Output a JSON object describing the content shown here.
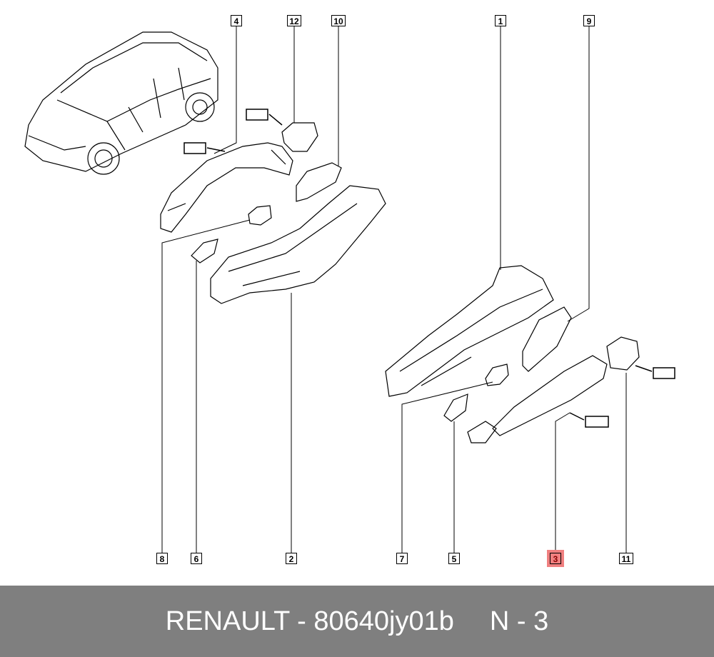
{
  "callouts": {
    "c4": "4",
    "c12": "12",
    "c10": "10",
    "c1": "1",
    "c9": "9",
    "c8": "8",
    "c6": "6",
    "c2": "2",
    "c7": "7",
    "c5": "5",
    "c3": "3",
    "c11": "11"
  },
  "highlighted_part": "3",
  "highlight_color": "#f08080",
  "footer": {
    "part_ref": "RENAULT - 80640jy01b",
    "position": "N - 3"
  }
}
